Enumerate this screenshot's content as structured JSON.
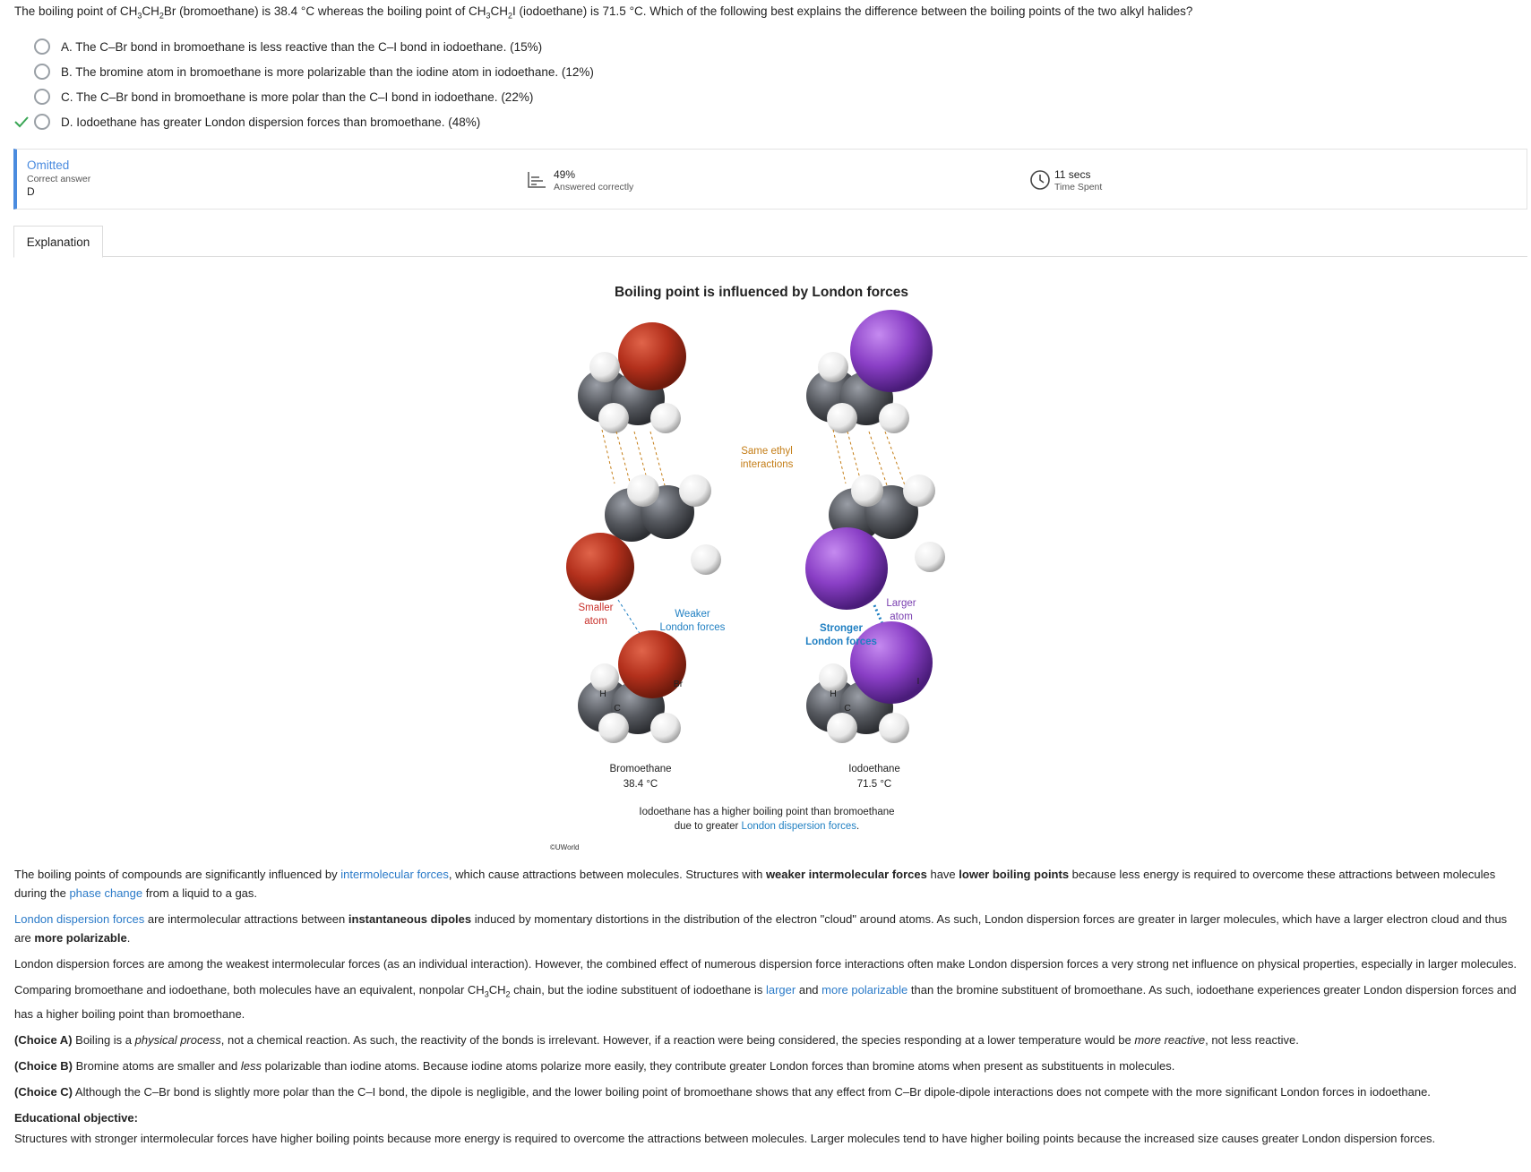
{
  "question": {
    "p1": "The boiling point of CH",
    "p2": "CH",
    "p3": "Br (bromoethane) is 38.4 °C whereas the boiling point of CH",
    "p4": "CH",
    "p5": "I (iodoethane) is 71.5 °C.  Which of the following best explains the difference between the boiling points of the two alkyl halides?",
    "sub3": "3",
    "sub2": "2"
  },
  "choices": [
    {
      "text": "A.  The C–Br bond in bromoethane is less reactive than the C–I bond in iodoethane.  (15%)",
      "correct": false
    },
    {
      "text": "B.  The bromine atom in bromoethane is more polarizable than the iodine atom in iodoethane.  (12%)",
      "correct": false
    },
    {
      "text": "C.  The C–Br bond in bromoethane is more polar than the C–I bond in iodoethane.  (22%)",
      "correct": false
    },
    {
      "text": "D.  Iodoethane has greater London dispersion forces than bromoethane.  (48%)",
      "correct": true
    }
  ],
  "stats": {
    "status": "Omitted",
    "correct_label": "Correct answer",
    "correct_value": "D",
    "percent": "49%",
    "percent_label": "Answered correctly",
    "time": "11 secs",
    "time_label": "Time Spent"
  },
  "tabs": {
    "explanation": "Explanation"
  },
  "figure": {
    "title": "Boiling point is influenced by London forces",
    "same_ethyl_1": "Same ethyl",
    "same_ethyl_2": "interactions",
    "smaller_1": "Smaller",
    "smaller_2": "atom",
    "weaker_1": "Weaker",
    "weaker_2": "London forces",
    "larger_1": "Larger",
    "larger_2": "atom",
    "stronger_1": "Stronger",
    "stronger_2": "London forces",
    "h_label": "H",
    "c_label": "C",
    "br_label": "Br",
    "i_label": "I",
    "bromo_name": "Bromoethane",
    "bromo_bp": "38.4 °C",
    "iodo_name": "Iodoethane",
    "iodo_bp": "71.5 °C",
    "caption_1": "Iodoethane has a higher boiling point than bromoethane",
    "caption_2a": "due to greater ",
    "caption_2b": "London dispersion forces",
    "caption_2c": ".",
    "copyright": "©UWorld"
  },
  "explanation": {
    "p1a": "The boiling points of compounds are significantly influenced by ",
    "p1b": "intermolecular forces",
    "p1c": ", which cause attractions between molecules.  Structures with ",
    "p1d": "weaker intermolecular forces",
    "p1e": " have ",
    "p1f": "lower boiling points",
    "p1g": " because less energy is required to overcome these attractions between molecules during the ",
    "p1h": "phase change",
    "p1i": " from a liquid to a gas.",
    "p2a": "London dispersion forces",
    "p2b": " are intermolecular attractions between ",
    "p2c": "instantaneous dipoles",
    "p2d": " induced by momentary distortions in the distribution of the electron \"cloud\" around atoms.  As such, London dispersion forces are greater in larger molecules, which have a larger electron cloud and thus are ",
    "p2e": "more polarizable",
    "p2f": ".",
    "p3": "London dispersion forces are among the weakest intermolecular forces (as an individual interaction).  However, the combined effect of numerous dispersion force interactions often make London dispersion forces a very strong net influence on physical properties, especially in larger molecules.",
    "p4a": "Comparing bromoethane and iodoethane, both molecules have an equivalent, nonpolar CH",
    "p4b": "CH",
    "p4c": " chain, but the iodine substituent of iodoethane is ",
    "p4d": "larger",
    "p4e": " and ",
    "p4f": "more polarizable",
    "p4g": " than the bromine substituent of bromoethane.  As such, iodoethane experiences greater London dispersion forces and has a higher boiling point than bromoethane.",
    "ca_label": "(Choice A)",
    "ca_1": "  Boiling is a ",
    "ca_2": "physical process",
    "ca_3": ", not a chemical reaction.  As such, the reactivity of the bonds is irrelevant.  However, if a reaction were being considered, the species responding at a lower temperature would be ",
    "ca_4": "more reactive",
    "ca_5": ", not less reactive.",
    "cb_label": "(Choice B)",
    "cb_1": "  Bromine atoms are smaller and ",
    "cb_2": "less",
    "cb_3": " polarizable than iodine atoms.  Because iodine atoms polarize more easily, they contribute greater London forces than bromine atoms when present as substituents in molecules.",
    "cc_label": "(Choice C)",
    "cc_1": "  Although the C–Br bond is slightly more polar than the C–I bond, the dipole is negligible, and the lower boiling point of bromoethane shows that any effect from C–Br dipole-dipole interactions does not compete with the more significant London forces in iodoethane.",
    "edu_label": "Educational objective:",
    "edu_text": "Structures with stronger intermolecular forces have higher boiling points because more energy is required to overcome the attractions between molecules.  Larger molecules tend to have higher boiling points because the increased size causes greater London dispersion forces."
  },
  "colors": {
    "accent": "#4a8bdf",
    "link": "#2a7ac8",
    "check": "#3aa655",
    "bromine": "#b3301c",
    "iodine": "#8a3fc6",
    "carbon": "#55585e",
    "orange_label": "#c47d16",
    "red_label": "#c8302a"
  }
}
